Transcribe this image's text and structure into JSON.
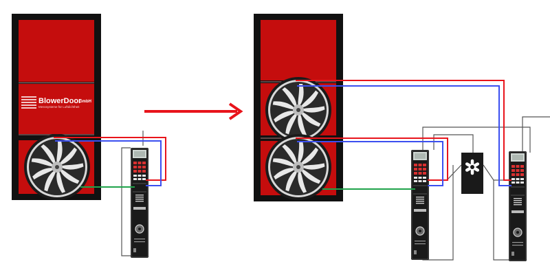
{
  "brand": {
    "name": "BlowerDoor",
    "tld": "GmbH",
    "tagline": "Messsysteme für Luftdichtheit"
  },
  "colors": {
    "door_red": "#c50d0d",
    "frame_black": "#111111",
    "pressure_red": "#e8141b",
    "pressure_blue": "#3b4ff0",
    "pressure_green": "#1fa34a",
    "link_gray": "#555555",
    "arrow_red": "#e8141b"
  },
  "icons": {
    "transition_arrow": "arrow-right-icon",
    "hub": "asterisk-hub-icon"
  }
}
